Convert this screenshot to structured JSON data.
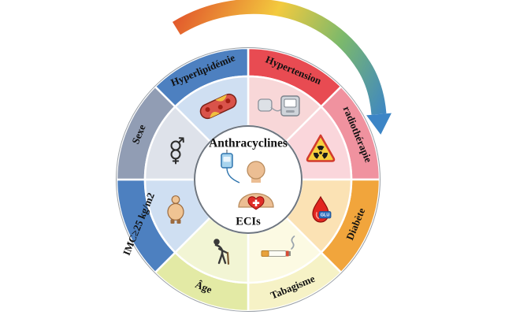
{
  "figure": {
    "center": {
      "title": "Anthracyclines",
      "subtitle": "ECIs"
    },
    "segments": [
      {
        "label": "Hypertension",
        "outer_color": "#e84b52",
        "inner_color": "#f8d7d8",
        "icon": "bp-monitor-icon"
      },
      {
        "label": "radiothérapie",
        "outer_color": "#f0929f",
        "inner_color": "#fad6db",
        "icon": "radiation-icon"
      },
      {
        "label": "Diabète",
        "outer_color": "#f1a53c",
        "inner_color": "#fbe2b4",
        "icon": "blood-drop-icon",
        "tag": "GLU"
      },
      {
        "label": "Tabagisme",
        "outer_color": "#f6f2c6",
        "inner_color": "#fcfae3",
        "icon": "cigarette-icon"
      },
      {
        "label": "Âge",
        "outer_color": "#e3eaa5",
        "inner_color": "#f2f5d4",
        "icon": "elderly-person-icon"
      },
      {
        "label": "IMC≥25 kg/m2",
        "outer_color": "#4d80c0",
        "inner_color": "#cfdff2",
        "icon": "obese-person-icon"
      },
      {
        "label": "Sexe",
        "outer_color": "#919db4",
        "inner_color": "#dee2ea",
        "icon": "gender-symbols-icon"
      },
      {
        "label": "Hyperlipidémie",
        "outer_color": "#4d80c0",
        "inner_color": "#cfdff2",
        "icon": "blood-vessel-icon"
      }
    ],
    "arrow_gradient": [
      "#e2592c",
      "#f3ca3e",
      "#7cb96b",
      "#3c85c6"
    ],
    "arrow_head_color": "#3c85c6"
  }
}
